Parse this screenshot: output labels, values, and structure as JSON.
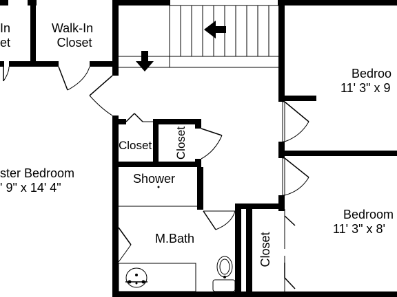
{
  "rooms": {
    "closet_top_left": {
      "line1": "In",
      "line2": "et"
    },
    "walk_in_closet": {
      "line1": "Walk-In",
      "line2": "Closet"
    },
    "bedroom_top_right": {
      "name": "Bedroo",
      "size": "11' 3\" x 9"
    },
    "master_bedroom": {
      "name": "ster Bedroom",
      "size": "' 9\" x 14' 4\""
    },
    "closet_small": {
      "name": "Closet"
    },
    "closet_vertical": {
      "name": "Closet"
    },
    "shower": {
      "name": "Shower"
    },
    "master_bath": {
      "name": "M.Bath"
    },
    "bedroom_bottom_right": {
      "name": "Bedroom",
      "size": "11' 3\" x 8'"
    },
    "closet_bottom": {
      "name": "Closet"
    }
  },
  "colors": {
    "wall": "#000000",
    "background": "#ffffff"
  },
  "icons": [
    "stair-arrow-left-icon",
    "stair-arrow-down-icon",
    "toilet-icon",
    "sink-icon"
  ]
}
